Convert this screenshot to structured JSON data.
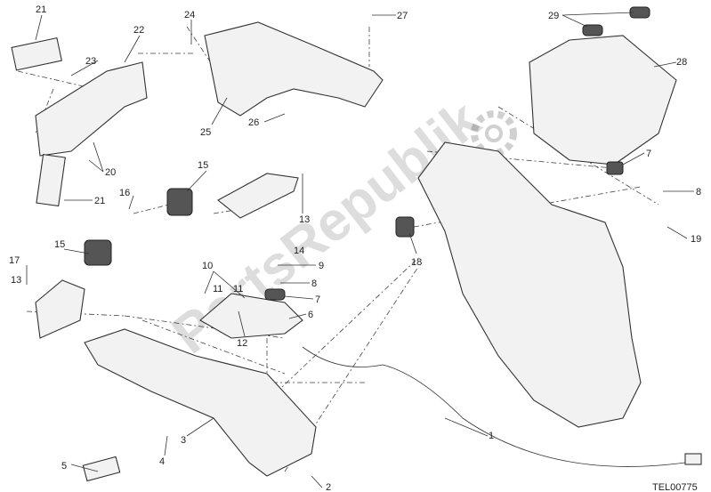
{
  "diagram": {
    "reference_code": "TEL00775",
    "watermark": "PartsRepublik",
    "callouts": [
      "21",
      "22",
      "23",
      "24",
      "25",
      "26",
      "27",
      "29",
      "28",
      "7",
      "8",
      "19",
      "20",
      "21",
      "16",
      "15",
      "13",
      "14",
      "17",
      "13",
      "15",
      "10",
      "11",
      "11",
      "12",
      "9",
      "8",
      "7",
      "6",
      "18",
      "1",
      "3",
      "4",
      "5",
      "2"
    ]
  }
}
